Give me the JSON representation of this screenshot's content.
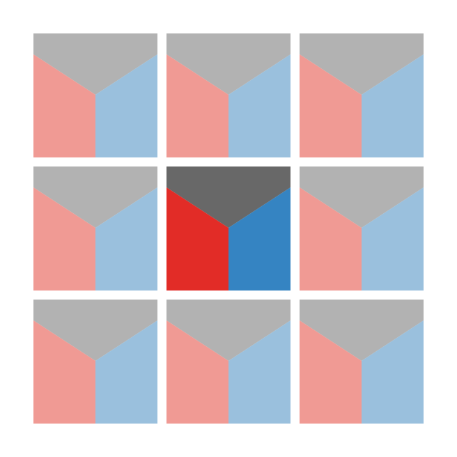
{
  "grid": {
    "rows": 3,
    "cols": 3,
    "selected_index": 4
  },
  "colors": {
    "normal": {
      "top": "#b2b2b2",
      "left": "#f09a94",
      "right": "#9ac0dd"
    },
    "selected": {
      "top": "#686868",
      "left": "#e22c27",
      "right": "#3584c2"
    },
    "background": "#ffffff"
  },
  "tiles": [
    {
      "state": "normal"
    },
    {
      "state": "normal"
    },
    {
      "state": "normal"
    },
    {
      "state": "normal"
    },
    {
      "state": "selected"
    },
    {
      "state": "normal"
    },
    {
      "state": "normal"
    },
    {
      "state": "normal"
    },
    {
      "state": "normal"
    }
  ]
}
